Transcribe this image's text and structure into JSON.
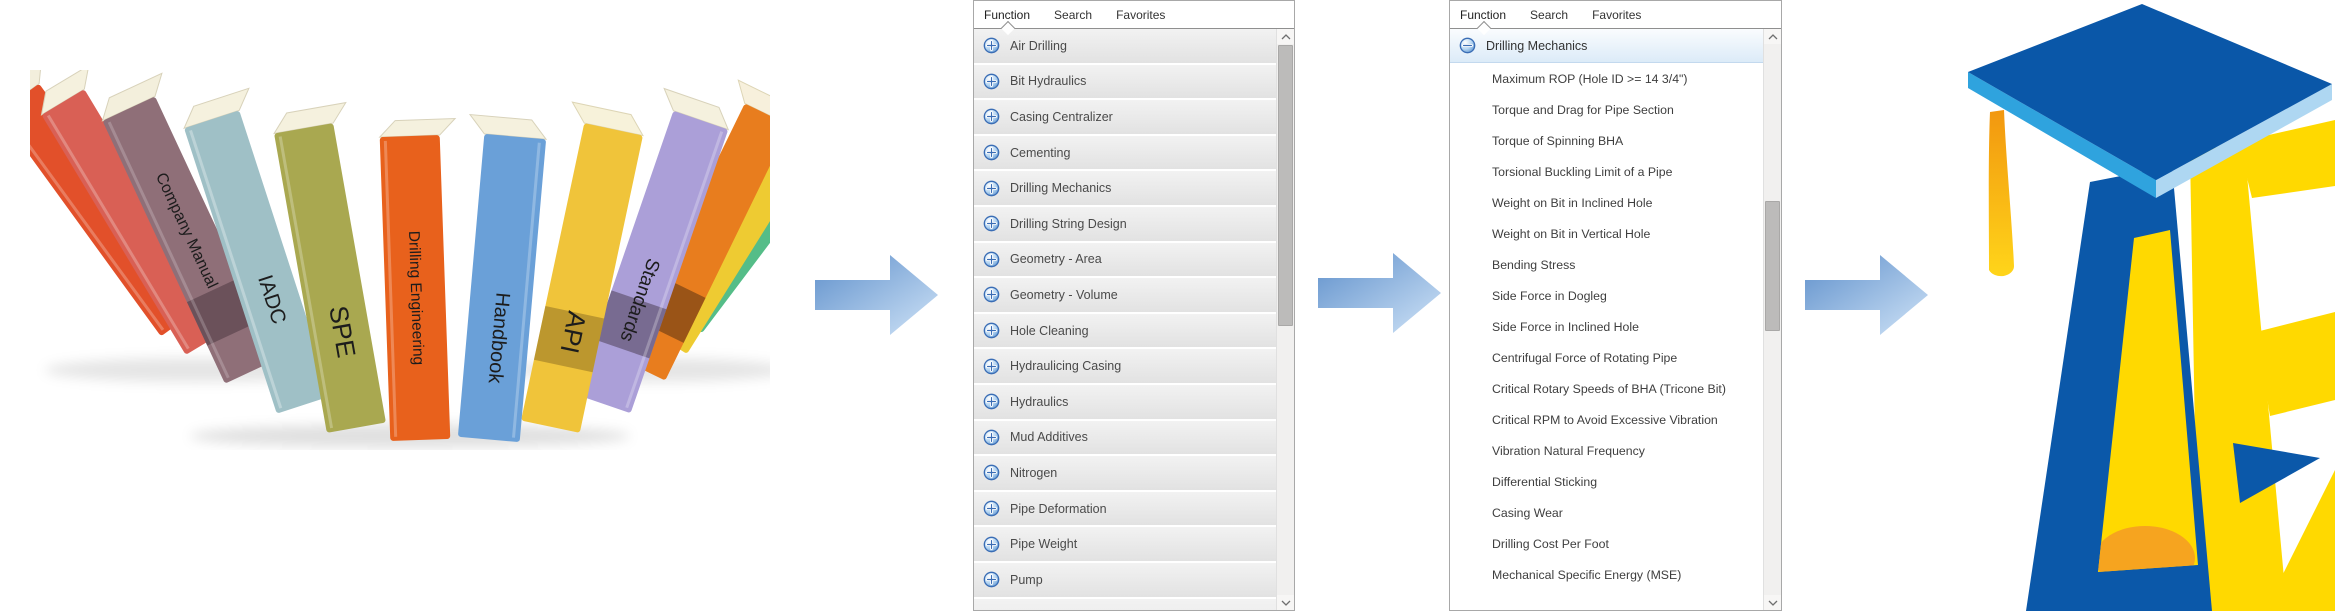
{
  "books": {
    "description": "fan of drilling engineering reference books",
    "spines": [
      "",
      "",
      "Company Manual",
      "IADC",
      "SPE",
      "Drilling Engineering",
      "Handbook",
      "API",
      "Standards",
      "",
      "",
      ""
    ]
  },
  "arrows": {
    "count": 3,
    "direction": "right",
    "gradient_start": "#5f90cb",
    "gradient_end": "#cfe3f7"
  },
  "panel1": {
    "tabs": [
      {
        "label": "Function",
        "active": true
      },
      {
        "label": "Search",
        "active": false
      },
      {
        "label": "Favorites",
        "active": false
      }
    ],
    "items": [
      "Air Drilling",
      "Bit Hydraulics",
      "Casing Centralizer",
      "Cementing",
      "Drilling Mechanics",
      "Drilling String Design",
      "Geometry - Area",
      "Geometry - Volume",
      "Hole Cleaning",
      "Hydraulicing Casing",
      "Hydraulics",
      "Mud Additives",
      "Nitrogen",
      "Pipe Deformation",
      "Pipe Weight",
      "Pump"
    ],
    "item_icon": "plus-in-circle"
  },
  "panel2": {
    "tabs": [
      {
        "label": "Function",
        "active": true
      },
      {
        "label": "Search",
        "active": false
      },
      {
        "label": "Favorites",
        "active": false
      }
    ],
    "expanded_item": {
      "label": "Drilling Mechanics",
      "icon": "minus-in-circle",
      "selected": true
    },
    "sub_items": [
      "Maximum ROP (Hole ID >= 14 3/4\")",
      "Torque and Drag for Pipe Section",
      "Torque of Spinning BHA",
      "Torsional Buckling Limit of a Pipe",
      "Weight on Bit in Inclined Hole",
      "Weight on Bit in Vertical Hole",
      "Bending Stress",
      "Side Force in Dogleg",
      "Side Force in Inclined Hole",
      "Centrifugal Force of Rotating Pipe",
      "Critical Rotary Speeds of BHA (Tricone Bit)",
      "Critical RPM to Avoid Excessive Vibration",
      "Vibration Natural Frequency",
      "Differential Sticking",
      "Casing Wear",
      "Drilling Cost Per Foot",
      "Mechanical Specific Energy (MSE)"
    ],
    "scroll_state": "thumb mid-track"
  },
  "logo": {
    "letters": "DE",
    "motif": "graduation cap with tassel over letters D and E",
    "cap_color": "#0a57a8",
    "cap_rim_colors": [
      "#2fa3de",
      "#aed7f2"
    ],
    "d_color": "#0b58a9",
    "e_color": "#ffd900",
    "tassel_color": "#f6a41f",
    "accent_color": "#f6a41f"
  }
}
